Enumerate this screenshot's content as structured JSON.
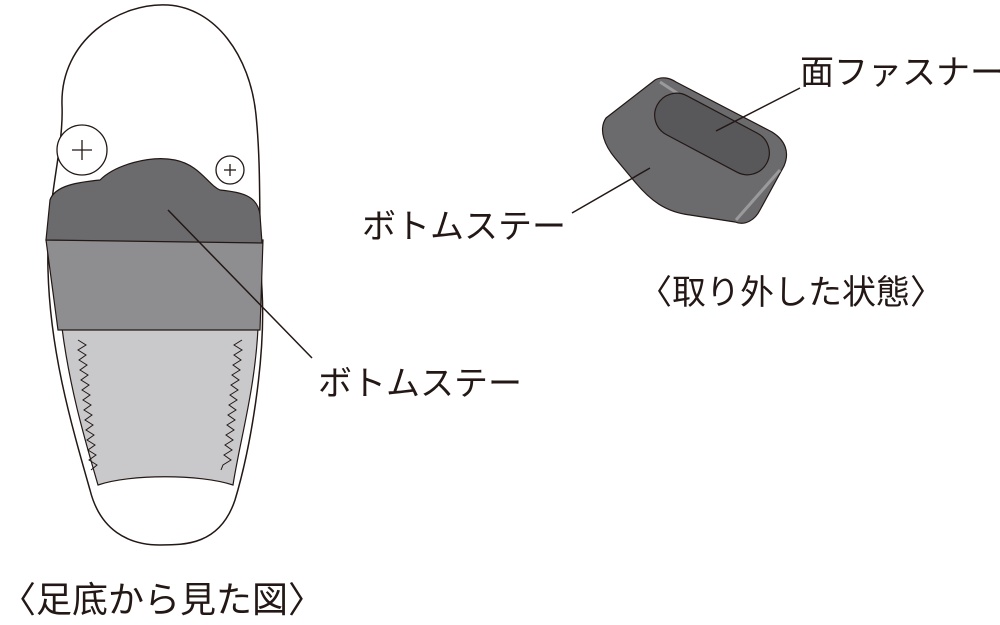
{
  "labels": {
    "fastener": "面ファスナー",
    "bottom_stay_detached": "ボトムステー",
    "detached_caption": "〈取り外した状態〉",
    "bottom_stay_sole": "ボトムステー",
    "sole_caption": "〈足底から見た図〉"
  },
  "colors": {
    "outline": "#231815",
    "stay_dark": "#6b6b6e",
    "stay_darker": "#58585b",
    "band": "#8e8e91",
    "fabric": "#c9c9cc",
    "white": "#ffffff"
  }
}
